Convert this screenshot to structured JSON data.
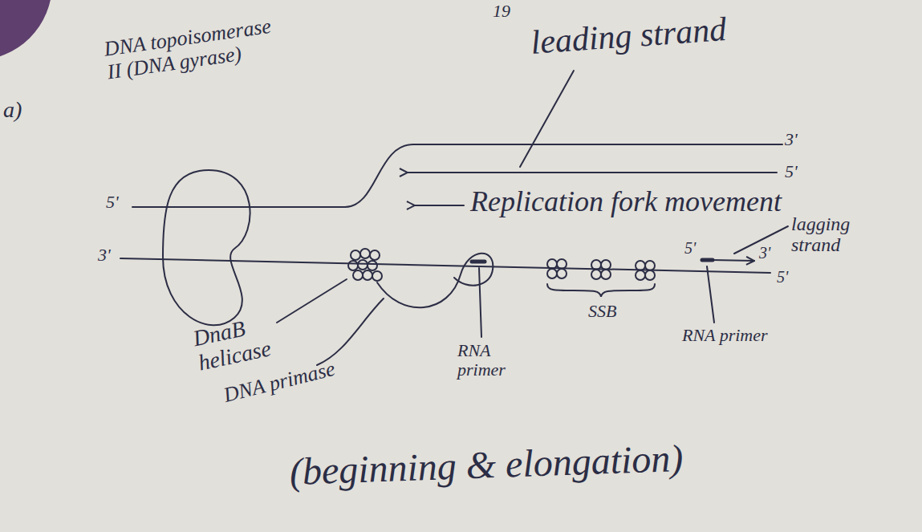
{
  "diagram": {
    "caption": "(beginning & elongation)",
    "labels": [
      "19",
      "a)",
      "DNA topoisomerase II (DNA gyrase)",
      "leading strand",
      "3'",
      "5'",
      "Replication fork movement",
      "5'",
      "3'",
      "lagging strand",
      "5'",
      "3'",
      "5'",
      "DnaB helicase",
      "DNA primase",
      "SSB",
      "RNA primer",
      "RNA primer"
    ]
  }
}
